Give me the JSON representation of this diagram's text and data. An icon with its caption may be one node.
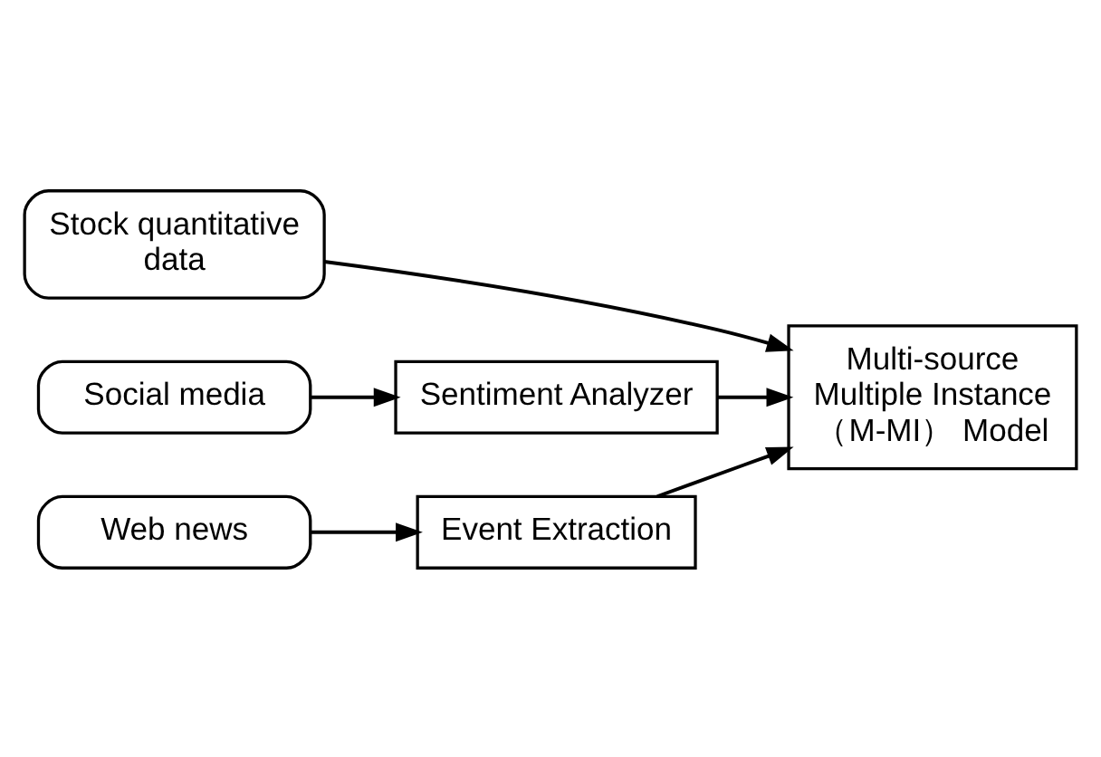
{
  "diagram": {
    "nodes": [
      {
        "text": [
          "Stock quantitative data"
        ]
      },
      {
        "text": [
          "Social media"
        ]
      },
      {
        "text": [
          "Web news"
        ]
      },
      {
        "text": [
          "Sentiment Analyzer"
        ]
      },
      {
        "text": [
          "Event Extraction"
        ]
      },
      {
        "text": [
          "Multi-source Multiple Instance （M-MI） Model"
        ]
      }
    ],
    "edges": [
      {
        "from": 0,
        "to": 5,
        "arrow": "to"
      },
      {
        "from": 1,
        "to": 3,
        "arrow": "to"
      },
      {
        "from": 3,
        "to": 5,
        "arrow": "to"
      },
      {
        "from": 2,
        "to": 4,
        "arrow": "to"
      },
      {
        "from": 4,
        "to": 5,
        "arrow": "to"
      }
    ]
  }
}
